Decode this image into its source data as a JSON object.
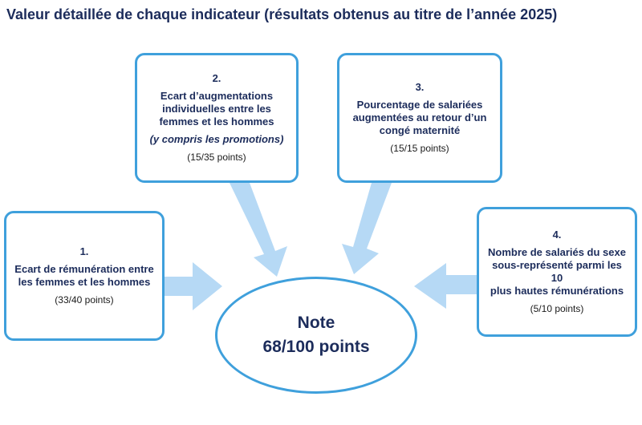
{
  "title": "Valeur détaillée de chaque indicateur (résultats obtenus au titre de l’année 2025)",
  "colors": {
    "border": "#3fa0dc",
    "arrow": "#b6d9f5",
    "text": "#1c2c5b"
  },
  "indicators": [
    {
      "num": "1.",
      "heading_lines": [
        "Ecart de rémunération entre",
        "les femmes et les hommes"
      ],
      "sub": "",
      "points": "(33/40 points)"
    },
    {
      "num": "2.",
      "heading_lines": [
        "Ecart d’augmentations",
        "individuelles entre les",
        "femmes et les hommes"
      ],
      "sub": "(y compris les promotions)",
      "points": "(15/35 points)"
    },
    {
      "num": "3.",
      "heading_lines": [
        "Pourcentage de salariées",
        "augmentées au retour d’un",
        "congé maternité"
      ],
      "sub": "",
      "points": "(15/15 points)"
    },
    {
      "num": "4.",
      "heading_lines": [
        "Nombre de salariés du sexe",
        "sous-représenté parmi les 10",
        "plus hautes rémunérations"
      ],
      "sub": "",
      "points": "(5/10 points)"
    }
  ],
  "note": {
    "label": "Note",
    "value": "68/100 points"
  }
}
